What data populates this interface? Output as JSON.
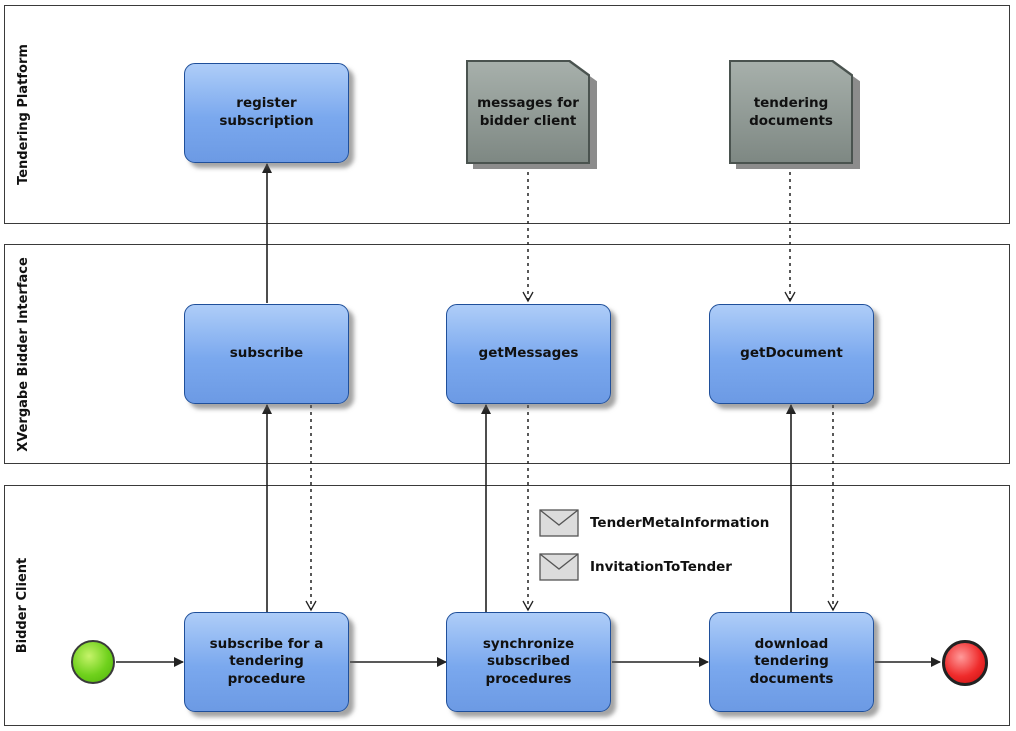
{
  "lanes": {
    "platform": "Tendering Platform",
    "interface": "XVergabe Bidder Interface",
    "client": "Bidder Client"
  },
  "tasks": {
    "register_subscription": "register subscription",
    "subscribe": "subscribe",
    "get_messages": "getMessages",
    "get_document": "getDocument",
    "subscribe_procedure": "subscribe for a tendering procedure",
    "synchronize": "synchronize subscribed procedures",
    "download": "download tendering documents"
  },
  "documents": {
    "messages": "messages for bidder client",
    "tendering_docs": "tendering documents"
  },
  "messages": {
    "tender_meta": "TenderMetaInformation",
    "invitation": "InvitationToTender"
  },
  "colors": {
    "task_fill": "#7aa8ee",
    "task_border": "#1f4f9a",
    "document_fill": "#8a938f",
    "start_event": "#6fd11c",
    "end_event": "#ef2b2b"
  },
  "icons": {
    "start": "start-event-icon",
    "end": "end-event-icon",
    "message": "envelope-icon"
  }
}
